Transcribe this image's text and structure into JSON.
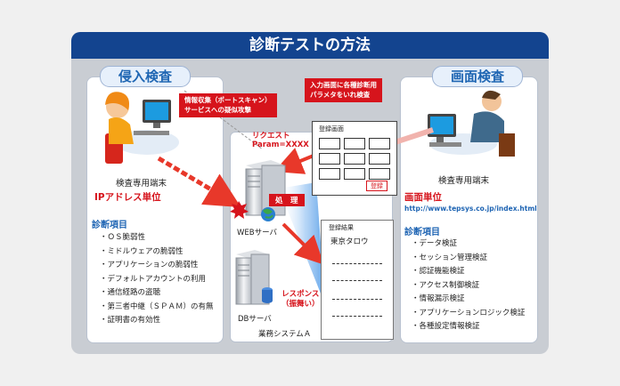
{
  "title": "診断テストの方法",
  "left": {
    "heading": "侵入検査",
    "terminal_label": "検査専用端末",
    "unit_label": "IPアドレス単位",
    "items_heading": "診断項目",
    "items": [
      "・ＯＳ脆弱性",
      "・ミドルウェアの脆弱性",
      "・アプリケーションの脆弱性",
      "・デフォルトアカウントの利用",
      "・通信経路の盗聴",
      "・第三者中継（ＳＰＡＭ）の有無",
      "・証明書の有効性"
    ]
  },
  "right": {
    "heading": "画面検査",
    "terminal_label": "検査専用端末",
    "unit_label": "画面単位",
    "url": "http://www.tepsys.co.jp/index.html",
    "items_heading": "診断項目",
    "items": [
      "・データ検証",
      "・セッション管理検証",
      "・認証機能検証",
      "・アクセス制御検証",
      "・情報漏示検証",
      "・アプリケーションロジック検証",
      "・各種設定情報検証"
    ]
  },
  "center": {
    "callout_left": [
      "情報収集（ポートスキャン）",
      "サービスへの疑似攻撃"
    ],
    "callout_right": [
      "入力画面に各種診断用",
      "パラメタをいれ検査"
    ],
    "request_label": [
      "リクエスト",
      "Param=XXXX"
    ],
    "form_title": "登録画面",
    "form_button": "登録",
    "process_label": "処　理",
    "web_server": "WEBサーバ",
    "db_server": "DBサーバ",
    "system_label": "業務システムＡ",
    "response_label": [
      "レスポンス",
      "（振舞い）"
    ],
    "result_title": "登録結果",
    "result_value": "東京タロウ"
  },
  "colors": {
    "banner": "#13448f",
    "accent_red": "#d6141c",
    "accent_blue": "#1e64b3"
  }
}
